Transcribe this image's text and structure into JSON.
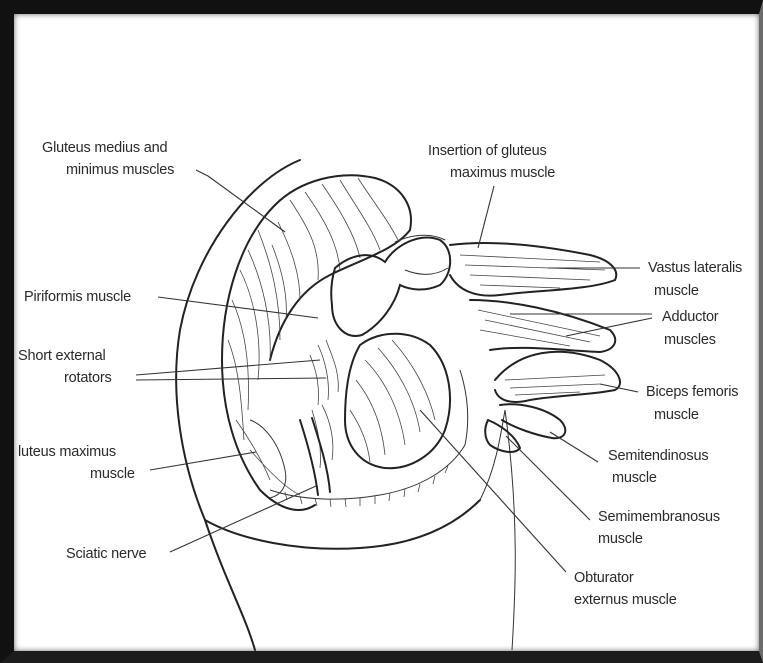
{
  "figure": {
    "labels": {
      "gluteus_medius_1": "Gluteus medius and",
      "gluteus_medius_2": "minimus muscles",
      "insertion_1": "Insertion of gluteus",
      "insertion_2": "maximus muscle",
      "vastus_1": "Vastus lateralis",
      "vastus_2": "muscle",
      "piriformis": "Piriformis muscle",
      "adductor_1": "Adductor",
      "adductor_2": "muscles",
      "short_ext_1": "Short external",
      "short_ext_2": "rotators",
      "biceps_1": "Biceps femoris",
      "biceps_2": "muscle",
      "gluteus_max_1": "luteus maximus",
      "gluteus_max_2": "muscle",
      "semitend_1": "Semitendinosus",
      "semitend_2": "muscle",
      "semimemb_1": "Semimembranosus",
      "semimemb_2": "muscle",
      "sciatic": "Sciatic nerve",
      "obturator_1": "Obturator",
      "obturator_2": "externus muscle"
    }
  }
}
